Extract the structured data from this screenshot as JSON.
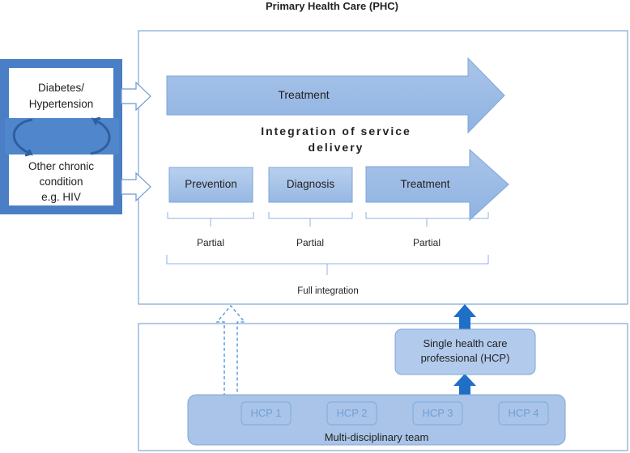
{
  "title": "Primary Health Care (PHC)",
  "conditions": {
    "top": [
      "Diabetes/",
      "Hypertension"
    ],
    "bottom": [
      "Other chronic",
      "condition",
      "e.g. HIV"
    ]
  },
  "top_arrow_label": "Treatment",
  "integration_label": [
    "Integration of service",
    "delivery"
  ],
  "steps": [
    {
      "label": "Prevention",
      "integration": "Partial"
    },
    {
      "label": "Diagnosis",
      "integration": "Partial"
    },
    {
      "label": "Treatment",
      "integration": "Partial"
    }
  ],
  "full_integration_label": "Full integration",
  "single_hcp": [
    "Single health care",
    "professional (HCP)"
  ],
  "team": {
    "members": [
      "HCP 1",
      "HCP 2",
      "HCP 3",
      "HCP 4"
    ],
    "label": "Multi-disciplinary team"
  },
  "colors": {
    "fill_light": "#b4cceb",
    "fill_mid": "#9dbde6",
    "border": "#6f99d0",
    "dark_blue": "#4a7fc5",
    "arrow_blue": "#1f6fc7",
    "hcp_text": "#6f9fd6"
  }
}
